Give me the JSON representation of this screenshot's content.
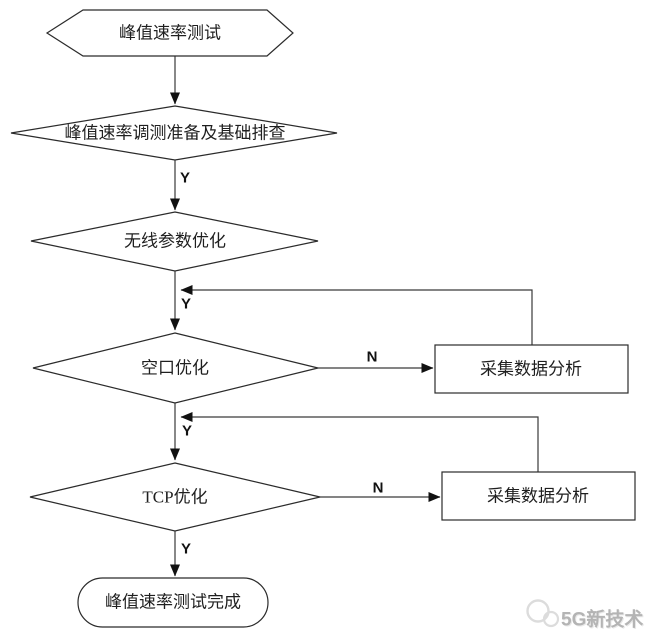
{
  "colors": {
    "background": "#ffffff",
    "line": "#3a3a3a",
    "shape_border": "#2b2b2b",
    "shape_fill": "#ffffff",
    "text": "#1f1f1f",
    "watermark_text": "#b4b4b4"
  },
  "flowchart": {
    "nodes": [
      {
        "id": "start",
        "type": "start-hexagon",
        "label": "峰值速率测试"
      },
      {
        "id": "prep-check",
        "type": "decision",
        "label": "峰值速率调测准备及基础排查"
      },
      {
        "id": "radio-param-opt",
        "type": "decision",
        "label": "无线参数优化"
      },
      {
        "id": "air-interface-opt",
        "type": "decision",
        "label": "空口优化"
      },
      {
        "id": "data-analysis-1",
        "type": "process",
        "label": "采集数据分析"
      },
      {
        "id": "tcp-opt",
        "type": "decision",
        "label": "TCP优化"
      },
      {
        "id": "data-analysis-2",
        "type": "process",
        "label": "采集数据分析"
      },
      {
        "id": "end",
        "type": "terminator",
        "label": "峰值速率测试完成"
      }
    ],
    "edges": [
      {
        "from": "start",
        "to": "prep-check",
        "label": ""
      },
      {
        "from": "prep-check",
        "to": "radio-param-opt",
        "label": "Y"
      },
      {
        "from": "radio-param-opt",
        "to": "air-interface-opt",
        "label": "Y"
      },
      {
        "from": "air-interface-opt",
        "to": "data-analysis-1",
        "label": "N"
      },
      {
        "from": "data-analysis-1",
        "to": "air-interface-opt",
        "label": ""
      },
      {
        "from": "air-interface-opt",
        "to": "tcp-opt",
        "label": "Y"
      },
      {
        "from": "tcp-opt",
        "to": "data-analysis-2",
        "label": "N"
      },
      {
        "from": "data-analysis-2",
        "to": "tcp-opt",
        "label": ""
      },
      {
        "from": "tcp-opt",
        "to": "end",
        "label": "Y"
      }
    ]
  },
  "watermark": {
    "text": "5G新技术",
    "icon": "wechat-logo-icon"
  }
}
